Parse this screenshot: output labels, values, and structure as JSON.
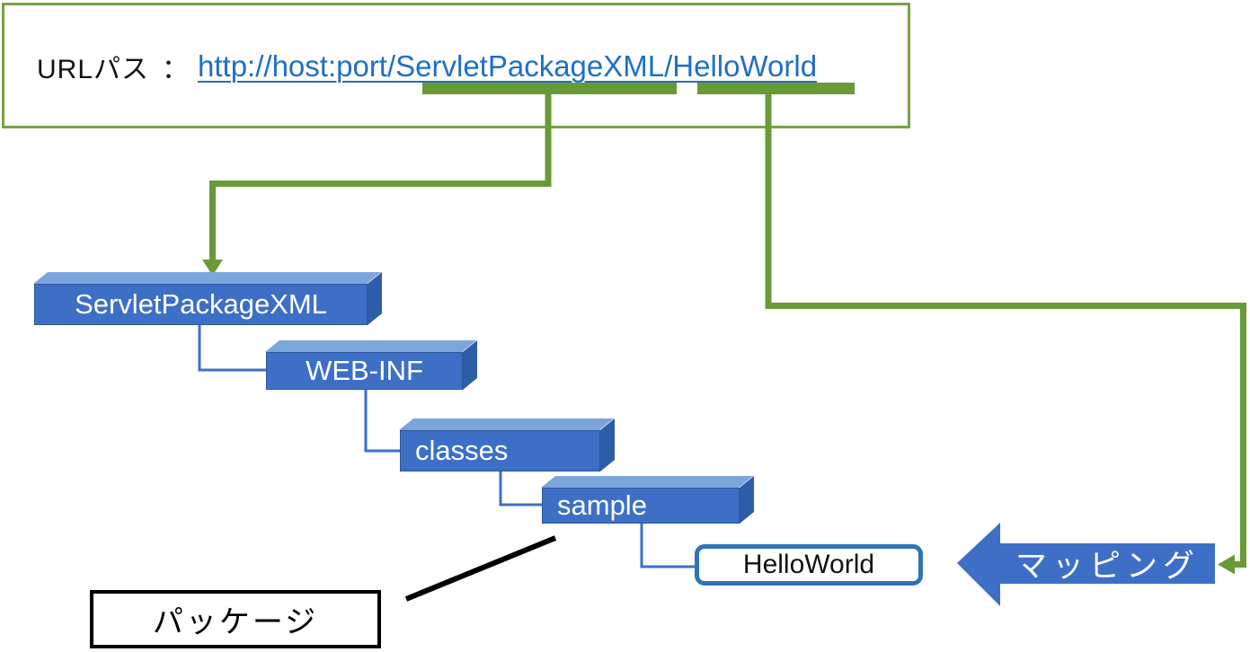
{
  "url_panel": {
    "label": "URLパス",
    "separator": "：",
    "url": "http://host:port/ServletPackageXML/HelloWorld"
  },
  "folder_tree": {
    "folders": [
      {
        "label": "ServletPackageXML"
      },
      {
        "label": "WEB-INF"
      },
      {
        "label": "classes"
      },
      {
        "label": "sample"
      }
    ],
    "servlet_class": {
      "label": "HelloWorld"
    }
  },
  "annotations": {
    "mapping_label": "マッピング",
    "package_label": "パッケージ"
  },
  "colors": {
    "accent_green": "#689A38",
    "link_blue": "#1F6FC8",
    "cube_front_blue": "#3D6FC7",
    "cube_top_blue": "#7CA5DC",
    "cube_side_blue": "#2D5CA8",
    "servlet_border_blue": "#2E75B6",
    "mapping_arrow_blue": "#3D6FC7"
  }
}
